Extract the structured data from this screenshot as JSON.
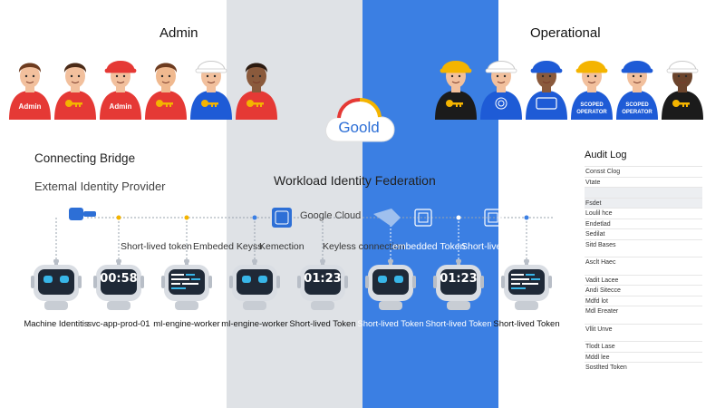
{
  "headers": {
    "admin": "Admin",
    "operational": "Operational",
    "connecting_bridge": "Connecting Bridge",
    "external_idp": "Extemal Identity Provider",
    "wif": "Workload Identity Federation",
    "google_cloud_label": "Google Cloud",
    "cloud_logo_text": "Goold"
  },
  "admin_people": [
    {
      "shirt": "Admin",
      "color": "#e53935",
      "hat": "none",
      "skin": "#f2c09d",
      "hair": "#6d3b1f"
    },
    {
      "shirt": "",
      "color": "#e53935",
      "hat": "none",
      "skin": "#f2c09d",
      "hair": "#4a2a17",
      "key": true
    },
    {
      "shirt": "Admin",
      "color": "#e53935",
      "hat": "#e53935",
      "skin": "#f2c09d",
      "hair": "#8a4b22"
    },
    {
      "shirt": "",
      "color": "#e53935",
      "hat": "none",
      "skin": "#f0b98f",
      "hair": "#6d3b1f",
      "key": true
    },
    {
      "shirt": "",
      "color": "#1e5bd6",
      "hat": "#ffffff",
      "skin": "#f2c09d",
      "hair": "#555",
      "key": true
    },
    {
      "shirt": "",
      "color": "#e53935",
      "hat": "none",
      "skin": "#8a5a3c",
      "hair": "#2b1a10",
      "key": true
    }
  ],
  "operational_people": [
    {
      "shirt": "",
      "color": "#1b1b1b",
      "hat": "#f4b400",
      "skin": "#f2c09d",
      "key": true
    },
    {
      "shirt": "",
      "color": "#1e5bd6",
      "hat": "#ffffff",
      "skin": "#f2c09d",
      "badge": "fingerprint"
    },
    {
      "shirt": "",
      "color": "#1e5bd6",
      "hat": "#1e5bd6",
      "skin": "#8a5a3c",
      "badge": "card"
    },
    {
      "shirt": "SCOPED OPERATOR",
      "color": "#1e5bd6",
      "hat": "#f4b400",
      "skin": "#f2c09d"
    },
    {
      "shirt": "SCOPED OPERATOR",
      "color": "#1e5bd6",
      "hat": "#1e5bd6",
      "skin": "#f2c09d"
    },
    {
      "shirt": "",
      "color": "#1b1b1b",
      "hat": "#ffffff",
      "skin": "#6b442c",
      "key": true
    }
  ],
  "mid_labels": [
    "Short-lived token",
    "Embeded Keyss",
    "Kemection",
    "Keyless connection",
    "embedded Token",
    "Short-lived Token"
  ],
  "robots": [
    {
      "label": "Machine Identitis",
      "screen": "eyes",
      "time": ""
    },
    {
      "label": "svc-app-prod-01",
      "screen": "time",
      "time": "00:58"
    },
    {
      "label": "ml-engine-worker",
      "screen": "code",
      "time": ""
    },
    {
      "label": "ml-engine-worker",
      "screen": "eyes",
      "time": ""
    },
    {
      "label": "Short-lived Token",
      "screen": "time",
      "time": "01:23"
    },
    {
      "label": "Short-lived Token",
      "screen": "eyes",
      "time": ""
    },
    {
      "label": "Short-lived Token",
      "screen": "time",
      "time": "01:23"
    },
    {
      "label": "Short-lived Token",
      "screen": "code",
      "time": ""
    }
  ],
  "audit_log": {
    "title": "Audit Log",
    "rows": [
      {
        "text": "Consst Clog"
      },
      {
        "text": "Vtate"
      },
      {
        "text": ""
      },
      {
        "text": "Fsdet"
      },
      {
        "text": "Loulil hce"
      },
      {
        "text": "Endetlad"
      },
      {
        "text": "Sedilat"
      },
      {
        "text": "Sitd Bases"
      },
      {
        "text": "Asclt Haec"
      },
      {
        "text": "Vadit Lacee"
      },
      {
        "text": "Andi Sitecce"
      },
      {
        "text": "Mdfd lot"
      },
      {
        "text": "Mdl Ereater"
      },
      {
        "text": "Vllit Unve"
      },
      {
        "text": "Tlodt Lase"
      },
      {
        "text": "Mddl lee"
      },
      {
        "text": "Sostlted Token"
      }
    ]
  },
  "colors": {
    "gray_band": "#dfe2e6",
    "blue_band": "#3b7fe3",
    "key_gold": "#f4b400",
    "robot_body": "#d9dde3",
    "robot_screen": "#1f2937",
    "robot_eyes": "#38b6e8"
  }
}
